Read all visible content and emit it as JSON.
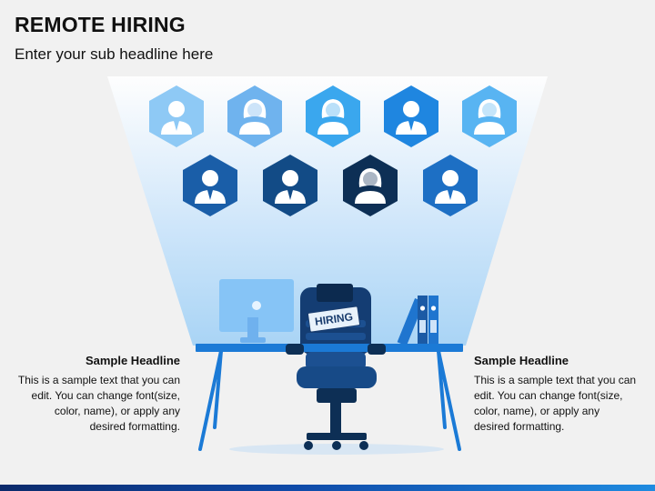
{
  "slide": {
    "title": "REMOTE HIRING",
    "subtitle": "Enter your sub headline here"
  },
  "candidates": {
    "row1": [
      {
        "icon": "male-user-icon",
        "color": "#8ec9f5"
      },
      {
        "icon": "female-user-icon",
        "color": "#6fb3ee"
      },
      {
        "icon": "female-user-icon",
        "color": "#3aa7ee"
      },
      {
        "icon": "male-user-icon",
        "color": "#1f86e0"
      },
      {
        "icon": "female-user-icon",
        "color": "#58b4f2"
      }
    ],
    "row2": [
      {
        "icon": "male-user-icon",
        "color": "#1a5ea8"
      },
      {
        "icon": "male-user-icon",
        "color": "#124b86"
      },
      {
        "icon": "female-user-icon",
        "color": "#0d2f55"
      },
      {
        "icon": "male-user-icon",
        "color": "#1d6fc4"
      }
    ]
  },
  "chair_sign": "HIRING",
  "left_block": {
    "headline": "Sample Headline",
    "text": "This is a sample text that you can edit. You can change font(size, color, name), or apply any desired formatting."
  },
  "right_block": {
    "headline": "Sample Headline",
    "text": "This is a sample text that you can edit. You can change font(size, color, name), or apply any desired formatting."
  },
  "colors": {
    "desk": "#1b7ad6",
    "chair": "#143d73",
    "monitor": "#86c4f6",
    "spotlight": "#b9dcf7"
  }
}
